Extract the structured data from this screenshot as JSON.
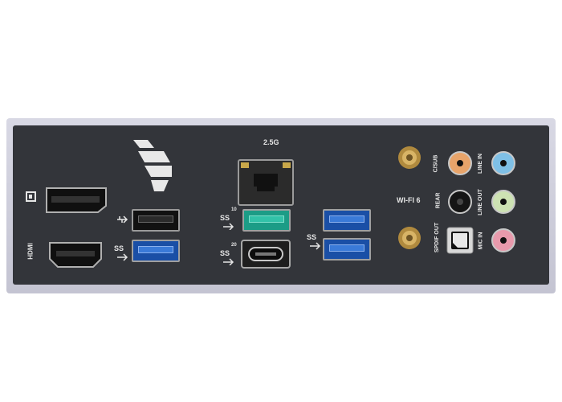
{
  "labels": {
    "hdmi": "HDMI",
    "lan": "2.5G",
    "wifi": "WI-FI 6",
    "csub": "C/SUB",
    "rear": "REAR",
    "spdif": "SPDIF OUT",
    "line_in": "LINE IN",
    "line_out": "LINE OUT",
    "mic_in": "MIC IN",
    "ss10_a": "10",
    "ss20": "20"
  },
  "audio_colors": {
    "csub": "#e8a46a",
    "rear": "#151515",
    "line_in": "#7fc0e6",
    "line_out": "#cde2b3",
    "mic_in": "#e89aac"
  },
  "port_colors": {
    "usb3": "#1a4fa6",
    "usb_teal": "#1c9c86",
    "usb2": "#111111"
  }
}
